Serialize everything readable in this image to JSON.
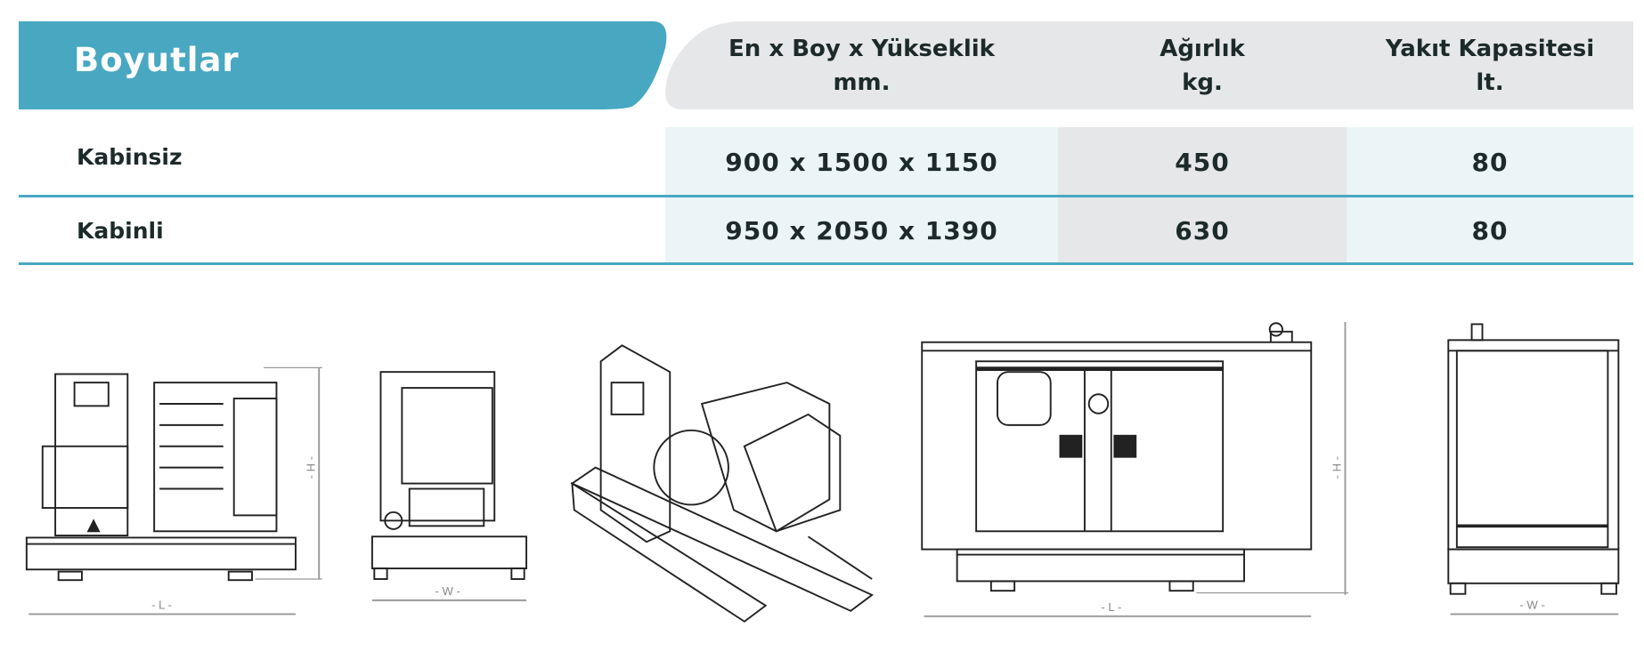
{
  "title": "Boyutlar",
  "headers": [
    {
      "line1": "En x Boy x Yükseklik",
      "line2": "mm."
    },
    {
      "line1": "Ağırlık",
      "line2": "kg."
    },
    {
      "line1": "Yakıt Kapasitesi",
      "line2": "lt."
    }
  ],
  "rows": [
    {
      "label": "Kabinsiz",
      "dimensions": "900 x 1500 x 1150",
      "weight": "450",
      "fuel": "80"
    },
    {
      "label": "Kabinli",
      "dimensions": "950 x 2050 x 1390",
      "weight": "630",
      "fuel": "80"
    }
  ],
  "dimension_labels": {
    "length": "- L -",
    "width": "- W -",
    "height": "- H -"
  },
  "colors": {
    "accent": "#48a8c2",
    "header_gray": "#e6e7e8",
    "cell_light": "#ebf4f7"
  }
}
